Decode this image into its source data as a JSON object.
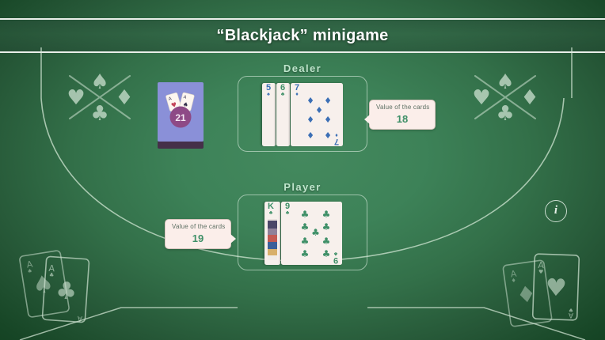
{
  "header": {
    "title": "“Blackjack” minigame"
  },
  "colors": {
    "felt_center": "#3d8258",
    "felt_edge": "#0f3c1e",
    "line": "#d7ead8",
    "card_face": "#f7f0ec",
    "deck_back": "#8a90d8",
    "deck_badge": "#8e4a86",
    "value_text": "#3f9068",
    "label_text": "#bfe6cc",
    "black_suit": "#2f6fc0",
    "green_suit": "#3f9068",
    "red_suit": "#c4455a"
  },
  "dealer": {
    "label": "Dealer",
    "cards": [
      {
        "rank": "5",
        "suit": "spade",
        "suit_glyph": "♠",
        "color": "#3b6fb5"
      },
      {
        "rank": "6",
        "suit": "club",
        "suit_glyph": "♣",
        "color": "#3f9068"
      },
      {
        "rank": "7",
        "suit": "diamond",
        "suit_glyph": "♦",
        "color": "#3b6fb5"
      }
    ],
    "bubble": {
      "caption": "Value of the cards",
      "value": "18"
    }
  },
  "player": {
    "label": "Player",
    "cards": [
      {
        "rank": "K",
        "suit": "club",
        "suit_glyph": "♣",
        "color": "#3f9068"
      },
      {
        "rank": "9",
        "suit": "club",
        "suit_glyph": "♣",
        "color": "#3f9068"
      }
    ],
    "bubble": {
      "caption": "Value of the cards",
      "value": "19"
    }
  },
  "deck": {
    "badge_value": "21",
    "mini_cards": [
      {
        "suit_glyph": "♥",
        "color": "#c4455a"
      },
      {
        "suit_glyph": "♠",
        "color": "#3a3550"
      }
    ]
  },
  "info_button": {
    "glyph": "i"
  },
  "decorations": {
    "suit_cross_left": [
      "♠",
      "♥",
      "♦",
      "♣"
    ],
    "suit_cross_right": [
      "♠",
      "♥",
      "♦",
      "♣"
    ],
    "aces_bottom_left": [
      {
        "rank": "A",
        "suit_glyph": "♠"
      },
      {
        "rank": "A",
        "suit_glyph": "♣"
      }
    ],
    "aces_bottom_right": [
      {
        "rank": "A",
        "suit_glyph": "♦"
      },
      {
        "rank": "A",
        "suit_glyph": "♥"
      }
    ]
  }
}
